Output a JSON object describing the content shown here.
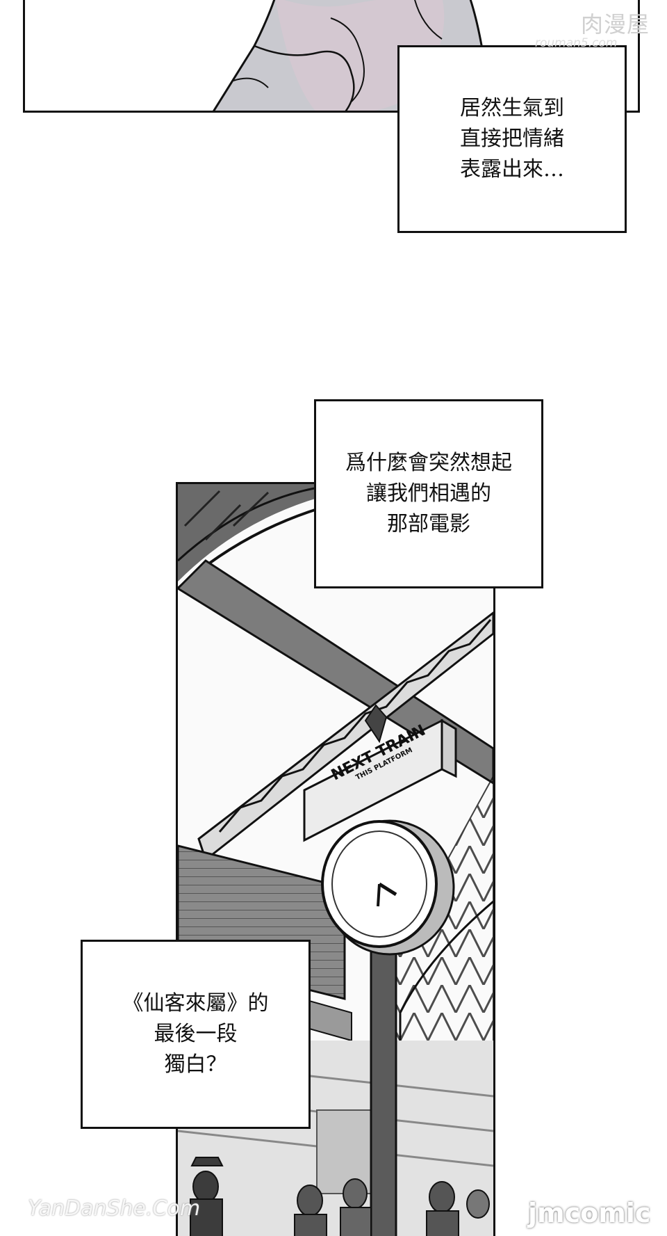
{
  "panels": {
    "top": {
      "caption_lines": [
        "居然生氣到",
        "直接把情緒",
        "表露出來…"
      ]
    },
    "station": {
      "caption_top_lines": [
        "爲什麼會突然想起",
        "讓我們相遇的",
        "那部電影"
      ],
      "sign_title": "NEXT TRAIN",
      "sign_subtitle": "THIS PLATFORM",
      "caption_bottom_lines": [
        "《仙客來屬》的",
        "最後一段",
        "獨白？"
      ]
    }
  },
  "watermarks": {
    "top_right_logo": "肉漫屋",
    "top_right_url": "rouman5.com",
    "bottom_left": "YanDanShe.Com",
    "bottom_right": "jmcomic"
  }
}
